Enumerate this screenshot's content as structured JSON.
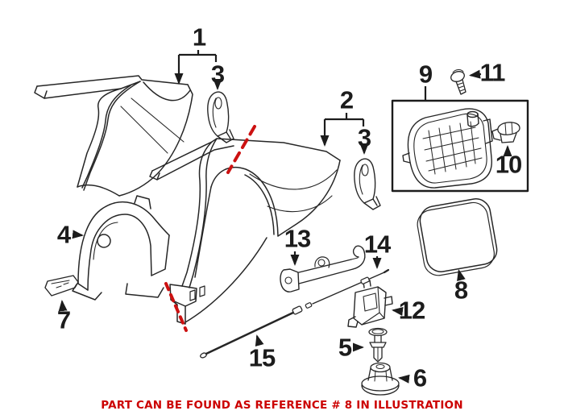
{
  "illustration": {
    "type": "auto-parts-exploded-diagram",
    "subject": "rear quarter panel, wheel arch liner, fuel door and release cable assembly",
    "callouts": [
      "1",
      "2",
      "3",
      "3",
      "4",
      "5",
      "6",
      "7",
      "8",
      "9",
      "10",
      "11",
      "12",
      "13",
      "14",
      "15"
    ],
    "note_text": "PART CAN BE FOUND AS REFERENCE # 8 IN ILLUSTRATION",
    "referenced_part_number": "8",
    "colors": {
      "line": "#262626",
      "callout_text": "#1c1c1c",
      "highlight_dash": "#cc1111",
      "note_text": "#cc0000",
      "background": "#ffffff"
    }
  }
}
